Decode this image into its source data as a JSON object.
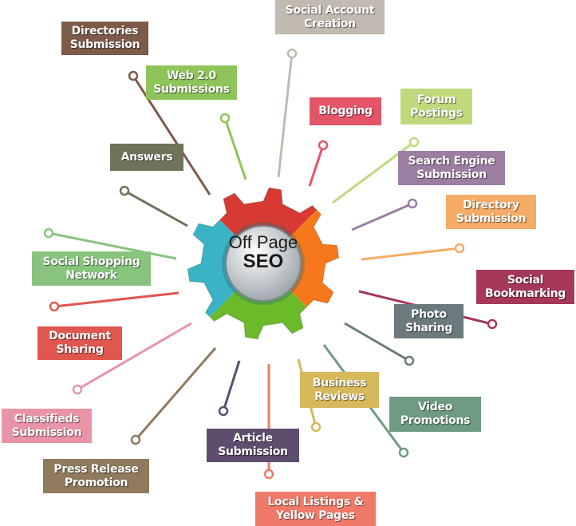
{
  "center": {
    "line1": "Off Page",
    "line2": "SEO"
  },
  "gear_colors": {
    "top": "#d63a33",
    "right": "#f7781a",
    "bottom": "#6cba2a",
    "left": "#3bb3c6",
    "hub": "#dfe3e6"
  },
  "items": [
    {
      "label": "Directories Submission",
      "color": "#7d5a4a"
    },
    {
      "label": "Social Account Creation",
      "color": "#c0bab0"
    },
    {
      "label": "Web 2.0 Submissions",
      "color": "#8fc45a"
    },
    {
      "label": "Blogging",
      "color": "#e4556a"
    },
    {
      "label": "Forum Postings",
      "color": "#c0d97d"
    },
    {
      "label": "Answers",
      "color": "#6f735a"
    },
    {
      "label": "Search Engine Submission",
      "color": "#9b7fa3"
    },
    {
      "label": "Directory Submission",
      "color": "#f4ac66"
    },
    {
      "label": "Social Shopping Network",
      "color": "#88c47d"
    },
    {
      "label": "Social Bookmarking",
      "color": "#a6385a"
    },
    {
      "label": "Document Sharing",
      "color": "#e0574f"
    },
    {
      "label": "Photo Sharing",
      "color": "#6b7a7c"
    },
    {
      "label": "Classifieds Submission",
      "color": "#e993a7"
    },
    {
      "label": "Business Reviews",
      "color": "#d7b85a"
    },
    {
      "label": "Video Promotions",
      "color": "#6e9b82"
    },
    {
      "label": "Article Submission",
      "color": "#5e4d6d"
    },
    {
      "label": "Press Release Promotion",
      "color": "#8f7a5e"
    },
    {
      "label": "Local Listings & Yellow Pages",
      "color": "#f07a6a"
    }
  ]
}
